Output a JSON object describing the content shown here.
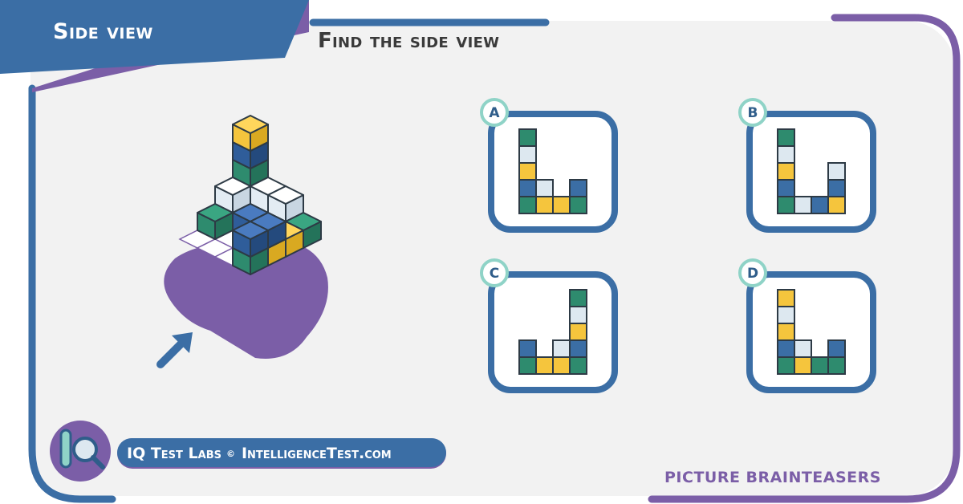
{
  "header": {
    "tab_title": "Side view",
    "heading": "Find the side view"
  },
  "options": [
    {
      "label": "A",
      "columns": [
        [
          "green",
          "blue",
          "yellow",
          "lightblue",
          "green"
        ],
        [
          "yellow",
          "lightblue"
        ],
        [
          "yellow"
        ],
        [
          "green",
          "blue"
        ]
      ]
    },
    {
      "label": "B",
      "columns": [
        [
          "green",
          "blue",
          "yellow",
          "lightblue",
          "green"
        ],
        [
          "lightblue"
        ],
        [
          "blue"
        ],
        [
          "yellow",
          "blue",
          "lightblue"
        ]
      ]
    },
    {
      "label": "C",
      "columns": [
        [
          "green",
          "blue"
        ],
        [
          "yellow"
        ],
        [
          "yellow",
          "lightblue"
        ],
        [
          "green",
          "blue",
          "yellow",
          "lightblue",
          "green"
        ]
      ]
    },
    {
      "label": "D",
      "columns": [
        [
          "green",
          "blue",
          "yellow",
          "lightblue",
          "yellow"
        ],
        [
          "yellow",
          "lightblue"
        ],
        [
          "green"
        ],
        [
          "green",
          "blue"
        ]
      ]
    }
  ],
  "footer": {
    "brand_name": "IQ Test Labs",
    "copyright_symbol": "©",
    "site": "IntelligenceTest.com",
    "category": "PICTURE BRAINTEASERS"
  },
  "colors": {
    "blue": "#3b6ea5",
    "purple": "#7b5ea7",
    "green": "#2e8b6e",
    "yellow": "#f5c53d",
    "lightblue": "#dde8f0",
    "cube_blue": "#2f5d9a",
    "teal_ring": "#8fd3c7"
  },
  "icons": [
    "magnifier-test-tube-icon",
    "view-direction-arrow-icon"
  ]
}
